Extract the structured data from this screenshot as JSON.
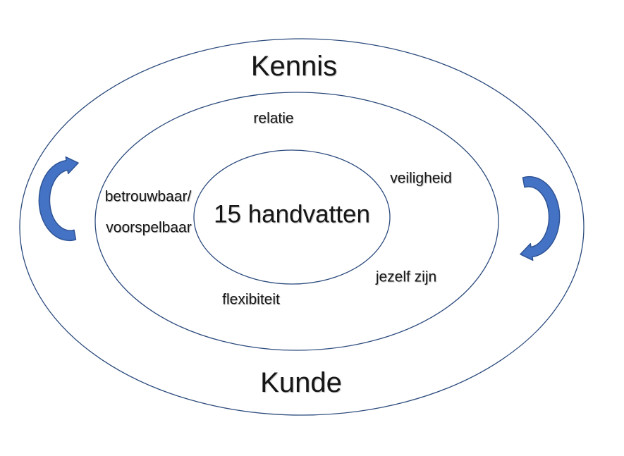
{
  "labels": {
    "kennis": "Kennis",
    "kunde": "Kunde",
    "center": "15 handvatten",
    "relatie": "relatie",
    "veiligheid": "veiligheid",
    "betrouwbaar": "betrouwbaar/",
    "voorspelbaar": "voorspelbaar",
    "jezelf_zijn": "jezelf zijn",
    "flexibiteit": "flexibiteit"
  },
  "icons": {
    "left_arrow": "curved-arrow-counterclockwise",
    "right_arrow": "curved-arrow-clockwise"
  },
  "colors": {
    "bg": "#ffffff",
    "text": "#161616",
    "line": "#2b4a7d",
    "arrowFill": "#4472c4",
    "arrowStroke": "#2f5496"
  }
}
